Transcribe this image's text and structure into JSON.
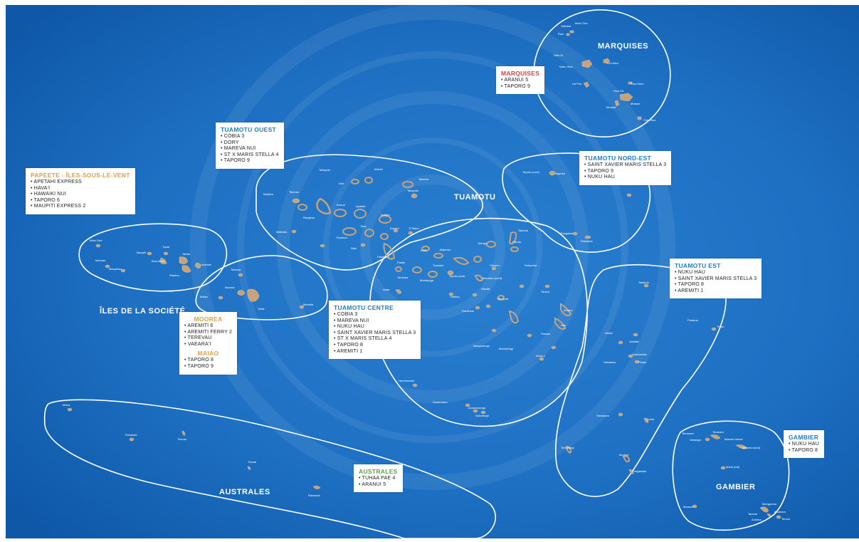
{
  "colors": {
    "sea": "#1d6fc2",
    "sea_dark": "#0e4f9d",
    "island": "#c8a37a",
    "outline": "#ffffff",
    "title_blue": "#1b7fcd",
    "title_orange": "#e2a03f",
    "title_red": "#e0403a",
    "title_green": "#5aa83c"
  },
  "regions": {
    "marquises": "MARQUISES",
    "tuamotu": "TUAMOTU",
    "societe": "ÎLES DE LA SOCIÉTÉ",
    "australes": "AUSTRALES",
    "gambier": "GAMBIER"
  },
  "islands": {
    "hatutaa": "Hatutaa",
    "motu_one": "Motu One",
    "eiao": "Eiao",
    "hatu_iti": "Hatu Iti",
    "nuku_hiva": "Nuku Hiva",
    "ua_huka": "Ua Huka",
    "ua_pou": "Ua Pou",
    "hiva_oa": "Hiva Oa",
    "fatu_huku": "Fatu Huku",
    "tahuata": "Tahuata",
    "motane": "Motane",
    "fatu_hiva": "Fatu Hiva",
    "takapoto": "Takapoto",
    "ahe": "Ahe",
    "manihi": "Manihi",
    "takaroa": "Takaroa",
    "takapoto2": "Takapoto",
    "mataiva": "Mataiva",
    "tikehau": "Tikehau",
    "rangiroa": "Rangiroa",
    "arutua": "Arutua",
    "apataki": "Apataki",
    "kaukura": "Kaukura",
    "aratika": "Aratika",
    "toau": "Toau",
    "niau": "Niau",
    "makatea": "Makatea",
    "kauehi": "Kauehi",
    "tiaraunu": "Ti'Taiaro",
    "fakarava": "Fakarava",
    "tepoto": "Tepoto (nord)",
    "napuka": "Napuka",
    "fangatau": "Fangatau",
    "fakahina": "Fakahina",
    "motu_one2": "Motu One",
    "manuae": "Manuae",
    "maupiti": "Maupiti",
    "tupai": "Tupai",
    "bora_bora": "Bora Bora",
    "tahaa": "Tahaa",
    "huahine": "Huahine",
    "maupihaa": "Maupihaa",
    "raiatea": "Raiatea",
    "tetiaroa": "Tetiaroa",
    "moorea": "Moorea",
    "maiao": "Maiao",
    "tahiti": "Tahiti",
    "mehetia": "Mehetia",
    "takume": "Takume",
    "raroia": "Raroia",
    "makemo": "Makemo",
    "taenga": "Taenga",
    "katiu": "Katiu",
    "faaite": "Faaite",
    "tuanake": "Tuanake",
    "rekareka": "Rekareka",
    "tepoto_sud": "Tepoto (sud)",
    "tahanea": "Tahanea",
    "motutunga": "Motutunga",
    "anaa": "Anaa",
    "hikueru": "Hikueru",
    "marokau": "Marokau (nord)",
    "tauere": "Tauere",
    "haraiki": "Haraiki",
    "reitoru": "Reitoru",
    "ravahere": "Ravahere",
    "tekokota": "Tekokota",
    "hao": "Hao",
    "amanu": "Amanu",
    "nengonengo": "Nengonengo",
    "paraoa": "Paraoa",
    "manuhangi": "Manuhangi",
    "ahunui": "Ahunui",
    "hereheretue": "Hereheretue",
    "anuanuraro": "Anuanuraro",
    "anuanurunga": "Anuanurunga",
    "nukutepipi": "Nukutepipi",
    "tatakoto": "Tatakoto",
    "pukarua": "Pukarua",
    "reao": "Reao",
    "akiaki": "Akiaki",
    "vahitahi": "Vahitahi",
    "nukutavake": "Nukutavake",
    "vairaatea": "Vairaatea",
    "pinaki": "Pinaki",
    "vanavana": "Vanavana",
    "tureia": "Tureia",
    "tematangi": "Tematangi",
    "morane": "Morane",
    "fangataufa": "Fangataufa",
    "temoe_n": "Temarare",
    "tenararo": "Tenararo",
    "vahanga": "Vahanga",
    "maturei": "Maturei-Vavao",
    "marutea_sud": "Marutea (sud)",
    "maria_est": "Maria (est)",
    "maria_west": "Maria",
    "rimatara": "Rimatara",
    "rurutu": "Rurutu",
    "tubuai": "Tubuai",
    "raivavae": "Raivavae",
    "mangareva": "Mangareva",
    "akamaru": "Akamaru",
    "taravai": "Taravai",
    "aukena": "Aukena",
    "temoe": "Temoe",
    "morane2": "Morane"
  },
  "boxes": {
    "marquises": {
      "title": "MARQUISES",
      "items": [
        "ARANUI 5",
        "TAPORO 9"
      ]
    },
    "tuamotu_ouest": {
      "title": "TUAMOTU OUEST",
      "items": [
        "COBIA 3",
        "DORY",
        "MAREVA NUI",
        "ST X MARIS STELLA 4",
        "TAPORO 9"
      ]
    },
    "papeete": {
      "title": "PAPEETE - ÎLES-SOUS-LE-VENT",
      "items": [
        "APETAHI EXPRESS",
        "HAVA'I",
        "HAWAIKI NUI",
        "TAPORO 6",
        "MAUPITI EXPRESS 2"
      ]
    },
    "tuamotu_nord_est": {
      "title": "TUAMOTU NORD-EST",
      "items": [
        "SAINT XAVIER MARIS STELLA 3",
        "TAPORO 9",
        "NUKU HAU"
      ]
    },
    "tuamotu_est": {
      "title": "TUAMOTU EST",
      "items": [
        "NUKU HAU",
        "SAINT XAVIER MARIS STELLA 3",
        "TAPORO 8",
        "AREMITI 1"
      ]
    },
    "moorea": {
      "title": "MOOREA",
      "items": [
        "AREMITI 6",
        "AREMITI FERRY 2",
        "TEREVAU",
        "VAEARA'I"
      ],
      "subtitle": "MAIAO",
      "sub_items": [
        "TAPORO 8",
        "TAPORO 9"
      ]
    },
    "tuamotu_centre": {
      "title": "TUAMOTU CENTRE",
      "items": [
        "COBIA 3",
        "MAREVA NUI",
        "NUKU HAU",
        "SAINT XAVIER MARIS STELLA 3",
        "ST X MARIS STELLA 4",
        "TAPORO 8",
        "AREMITI 1"
      ]
    },
    "gambier": {
      "title": "GAMBIER",
      "items": [
        "NUKU HAU",
        "TAPORO 8"
      ]
    },
    "australes": {
      "title": "AUSTRALES",
      "items": [
        "TUHAA PAE 4",
        "ARANUI 5"
      ]
    }
  }
}
